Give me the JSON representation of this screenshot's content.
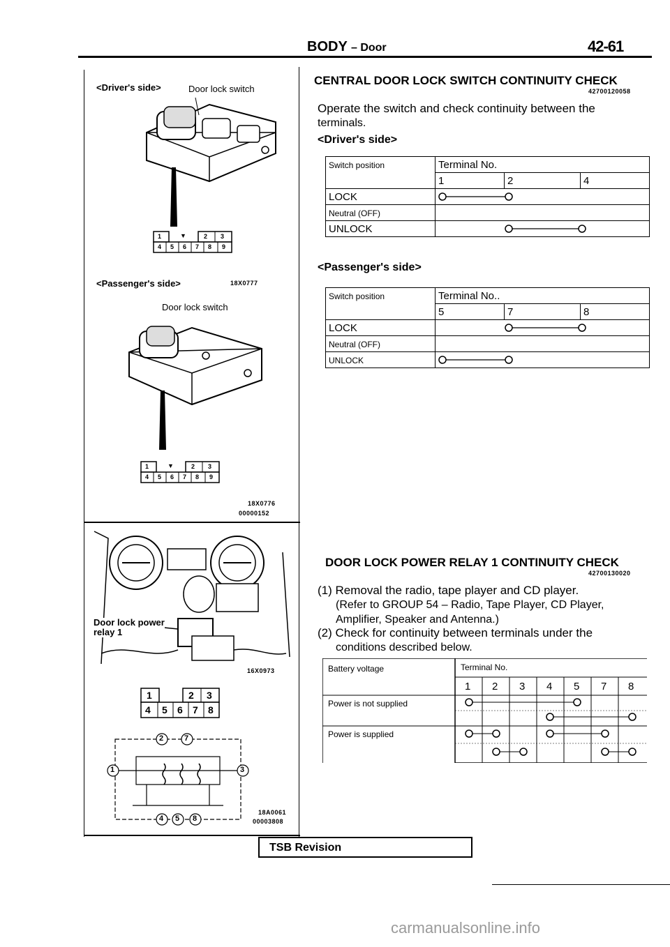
{
  "header": {
    "title": "BODY",
    "subtitle": "– Door",
    "page": "42-61"
  },
  "figure1": {
    "driver_label": "<Driver's side>",
    "driver_callout": "Door lock switch",
    "driver_code": "18X0777",
    "passenger_label": "<Passenger's side>",
    "passenger_callout": "Door lock switch",
    "passenger_code": "18X0776",
    "figure_code": "00000152",
    "connector_top": [
      "1",
      "▼",
      "2",
      "3"
    ],
    "connector_bottom": [
      "4",
      "5",
      "6",
      "7",
      "8",
      "9"
    ]
  },
  "figure2": {
    "relay_label_1": "Door lock power",
    "relay_label_2": "relay 1",
    "code1": "16X0973",
    "connector_top": [
      "1",
      "2",
      "3"
    ],
    "connector_bottom": [
      "4",
      "5",
      "6",
      "7",
      "8"
    ],
    "circuit_nodes": [
      "1",
      "2",
      "7",
      "3",
      "4",
      "5",
      "8"
    ],
    "code2": "18A0061",
    "code3": "00003808"
  },
  "section1": {
    "title": "CENTRAL DOOR LOCK SWITCH CONTINUITY CHECK",
    "code": "42700120058",
    "intro_1": "Operate the switch and check continuity between the",
    "intro_2": "terminals.",
    "driver_heading": "<Driver's side>",
    "driver_table": {
      "col_head": "Switch position",
      "terminal_head": "Terminal No.",
      "terminals": [
        "1",
        "2",
        "4"
      ],
      "rows": [
        "LOCK",
        "Neutral (OFF)",
        "UNLOCK"
      ]
    },
    "passenger_heading": "<Passenger's side>",
    "passenger_table": {
      "col_head": "Switch position",
      "terminal_head": "Terminal No..",
      "terminals": [
        "5",
        "7",
        "8"
      ],
      "rows": [
        "LOCK",
        "Neutral (OFF)",
        "UNLOCK"
      ]
    }
  },
  "section2": {
    "title": "DOOR LOCK POWER RELAY 1 CONTINUITY CHECK",
    "code": "42700130020",
    "step1": "(1) Removal the radio, tape player and CD player.",
    "step1b": "(Refer to GROUP 54 – Radio, Tape Player, CD Player,",
    "step1c": "Amplifier, Speaker and Antenna.)",
    "step2": "(2) Check for continuity between terminals under the",
    "step2b": "conditions described below.",
    "table": {
      "col_head": "Battery voltage",
      "terminal_head": "Terminal No.",
      "terminals": [
        "1",
        "2",
        "3",
        "4",
        "5",
        "7",
        "8"
      ],
      "rows": [
        "Power is not supplied",
        "Power is supplied"
      ]
    }
  },
  "footer": {
    "tsb": "TSB Revision",
    "watermark": "carmanualsonline.info"
  }
}
